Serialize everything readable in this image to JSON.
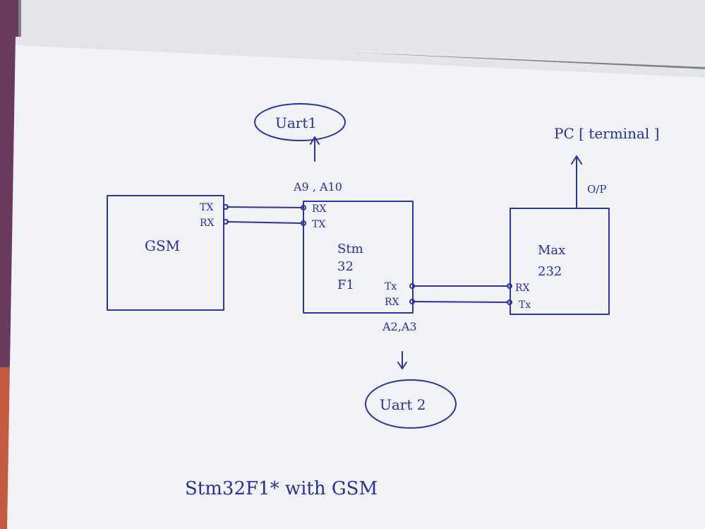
{
  "diagram": {
    "blocks": {
      "gsm": {
        "label": "GSM",
        "pins": [
          "TX",
          "RX"
        ]
      },
      "stm": {
        "label_lines": [
          "Stm",
          "32",
          "F1"
        ],
        "left_pins": [
          "RX",
          "TX"
        ],
        "right_pins": [
          "Tx",
          "RX"
        ]
      },
      "max": {
        "label_lines": [
          "Max",
          "232"
        ],
        "pins": [
          "RX",
          "Tx"
        ]
      }
    },
    "uart1": {
      "label": "Uart1",
      "pins": "A9 , A10"
    },
    "uart2": {
      "label": "Uart 2",
      "pins": "A2,A3"
    },
    "output": {
      "label": "PC [ terminal ]",
      "arrow_label": "O/P"
    },
    "caption": "Stm32F1* with GSM"
  },
  "colors": {
    "ink": "#2f33a0",
    "paper": "#f3f4f6",
    "paper_shadow": "#dfe1e6",
    "background": "#8a8a92"
  }
}
